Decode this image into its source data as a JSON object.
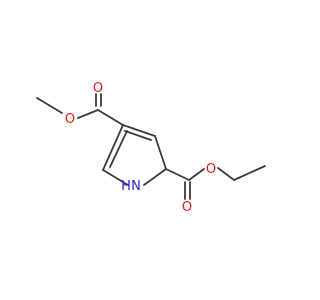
{
  "molecule": {
    "atoms": {
      "o_ester_methyl": {
        "label": "O",
        "color": "#e01818"
      },
      "o_carbonyl_methyl": {
        "label": "O",
        "color": "#e01818"
      },
      "o_carbonyl_ethyl": {
        "label": "O",
        "color": "#e01818"
      },
      "o_ester_ethyl": {
        "label": "O",
        "color": "#e01818"
      },
      "n_ring": {
        "label": "N",
        "color": "#2424d8"
      },
      "h_ring": {
        "label": "H",
        "color": "#2424d8"
      }
    },
    "bond_color": "#3a3a3a",
    "background": "#ffffff"
  }
}
